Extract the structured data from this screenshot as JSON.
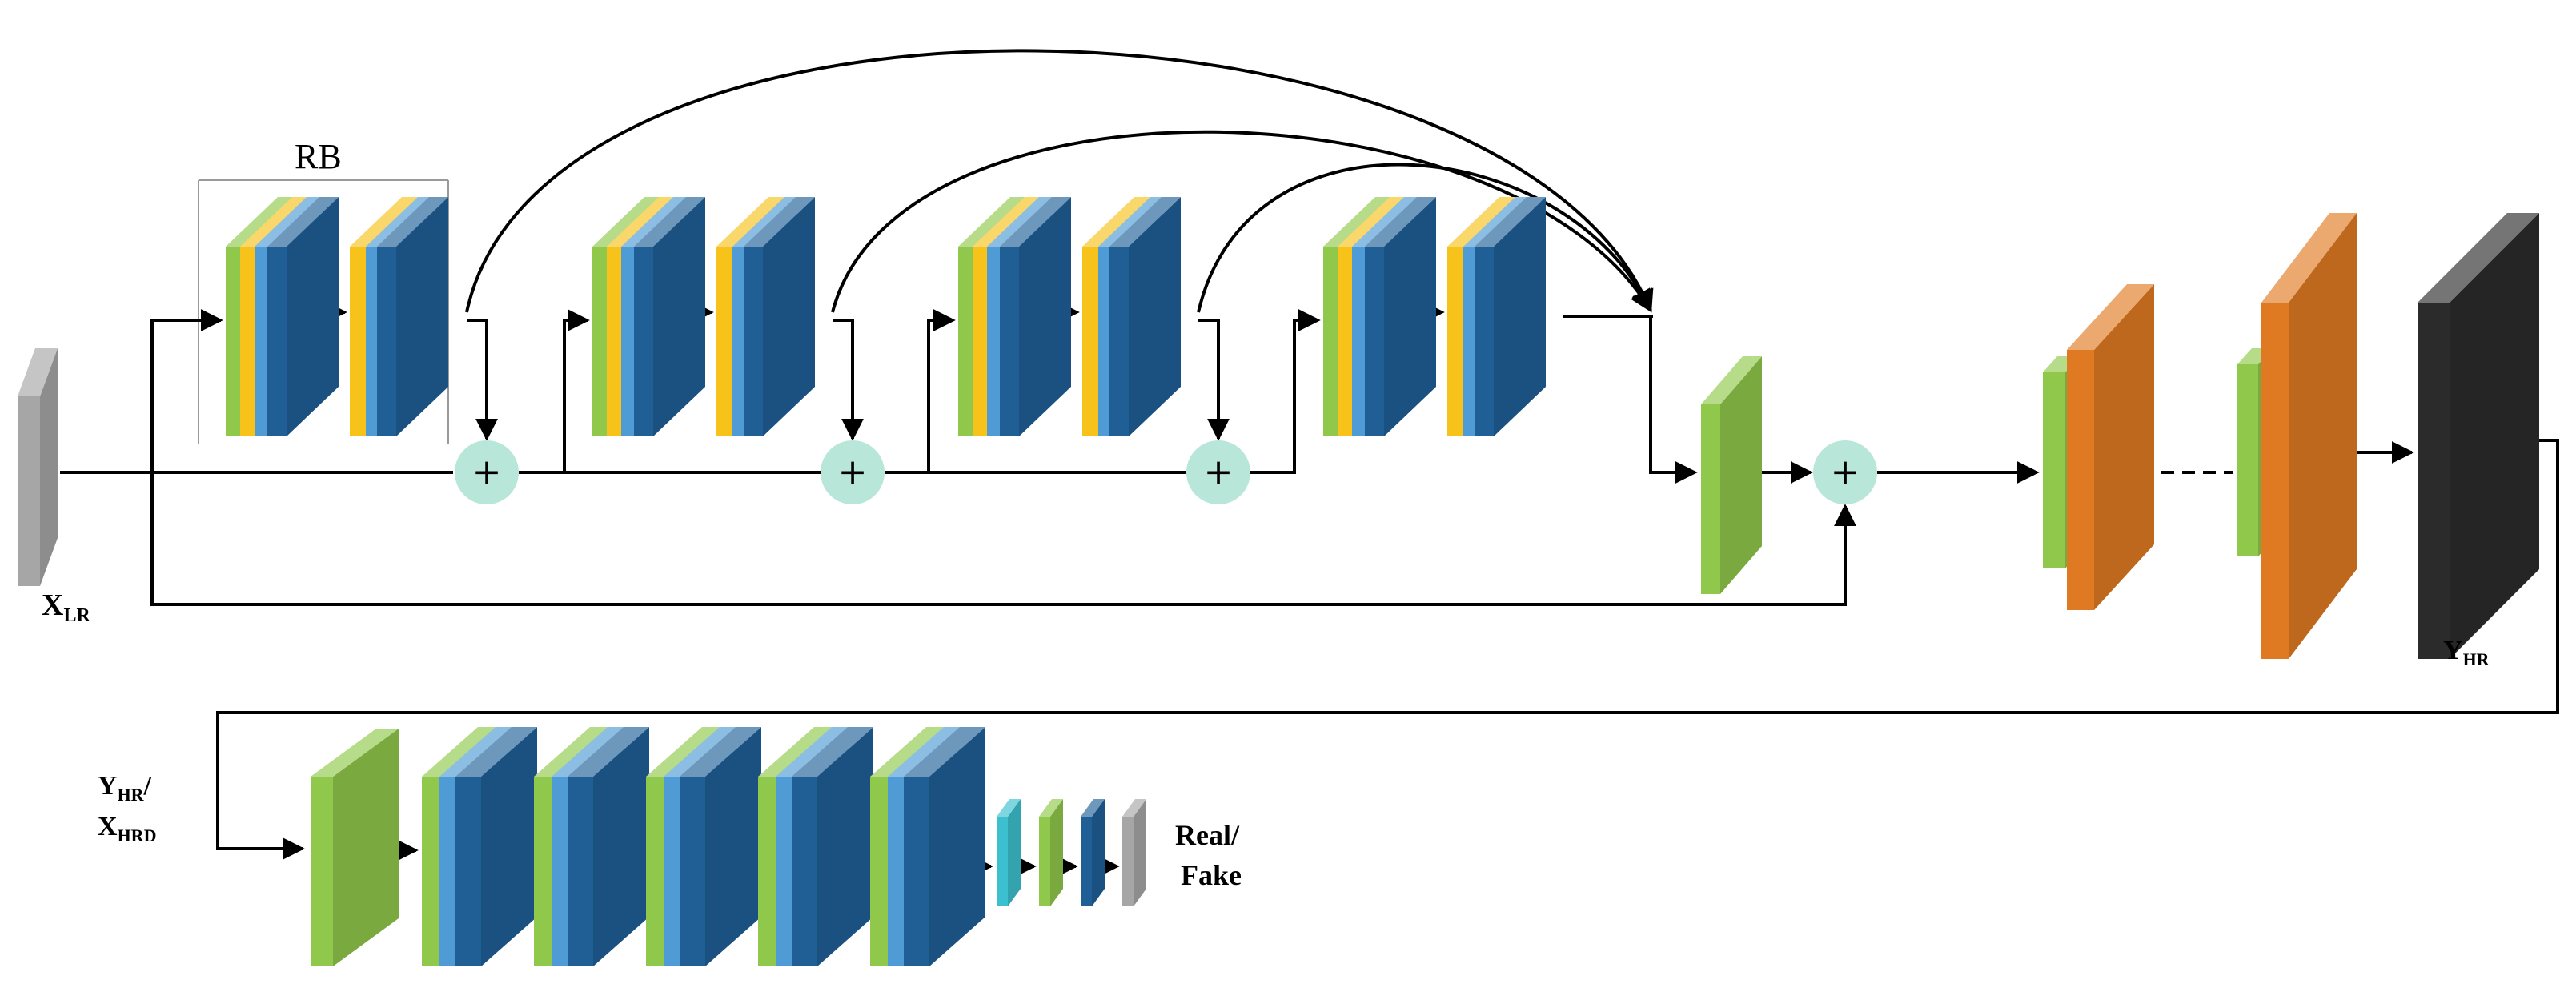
{
  "labels": {
    "rb": "RB",
    "x_lr_main": "X",
    "x_lr_sub": "LR",
    "y_hr_main": "Y",
    "y_hr_sub": "HR",
    "disc_in_line1_main": "Y",
    "disc_in_line1_sub": "HR",
    "disc_in_line1_tail": "/",
    "disc_in_line2_main": "X",
    "disc_in_line2_sub": "HRD",
    "out_line1": "Real/",
    "out_line2": "Fake",
    "plus": "+"
  },
  "colors": {
    "gray": "#a6a6a6",
    "green": "#8fc84a",
    "yellow": "#f7c21a",
    "light_blue": "#4e9bd6",
    "dark_blue": "#1f5f96",
    "orange": "#e07a22",
    "black_block": "#2b2b2b",
    "teal": "#3cc0cf",
    "adder": "#b8e6d8",
    "line": "#000000"
  }
}
